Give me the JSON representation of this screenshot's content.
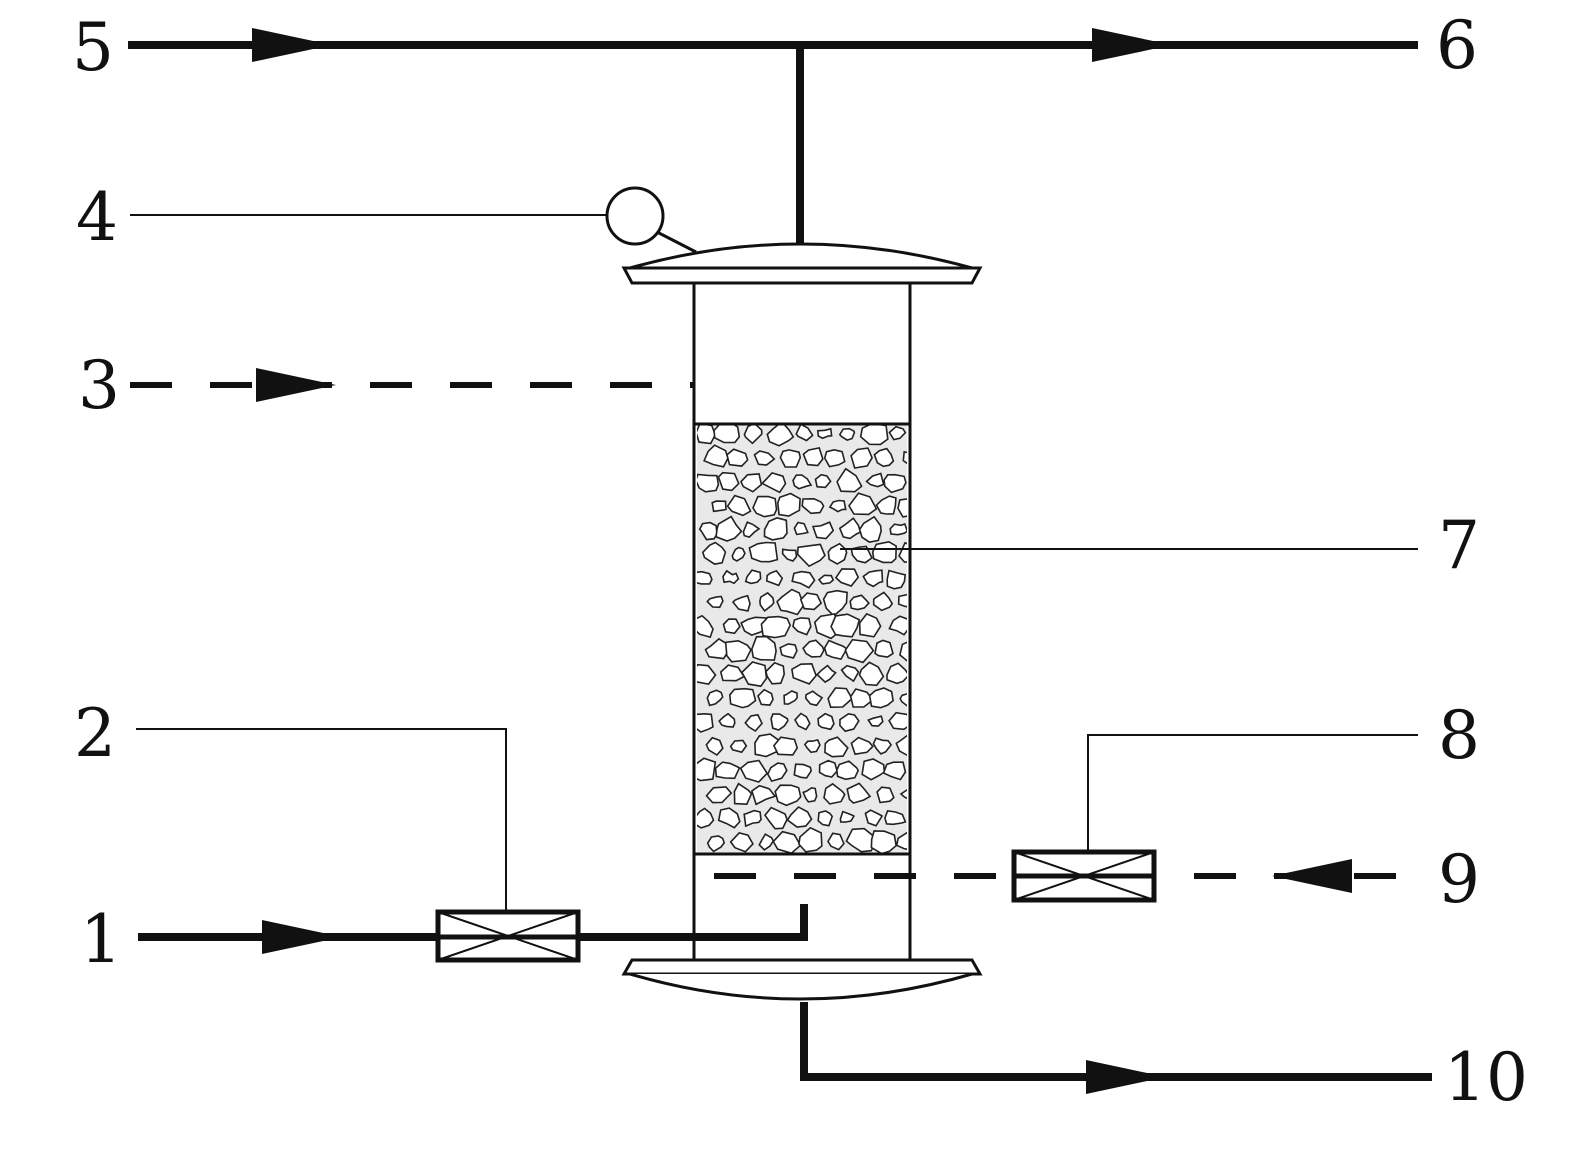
{
  "labels": {
    "l1": "1",
    "l2": "2",
    "l3": "3",
    "l4": "4",
    "l5": "5",
    "l6": "6",
    "l7": "7",
    "l8": "8",
    "l9": "9",
    "l10": "10"
  },
  "colors": {
    "line": "#111111",
    "packing_background": "#e9e9e9",
    "background": "#ffffff"
  }
}
